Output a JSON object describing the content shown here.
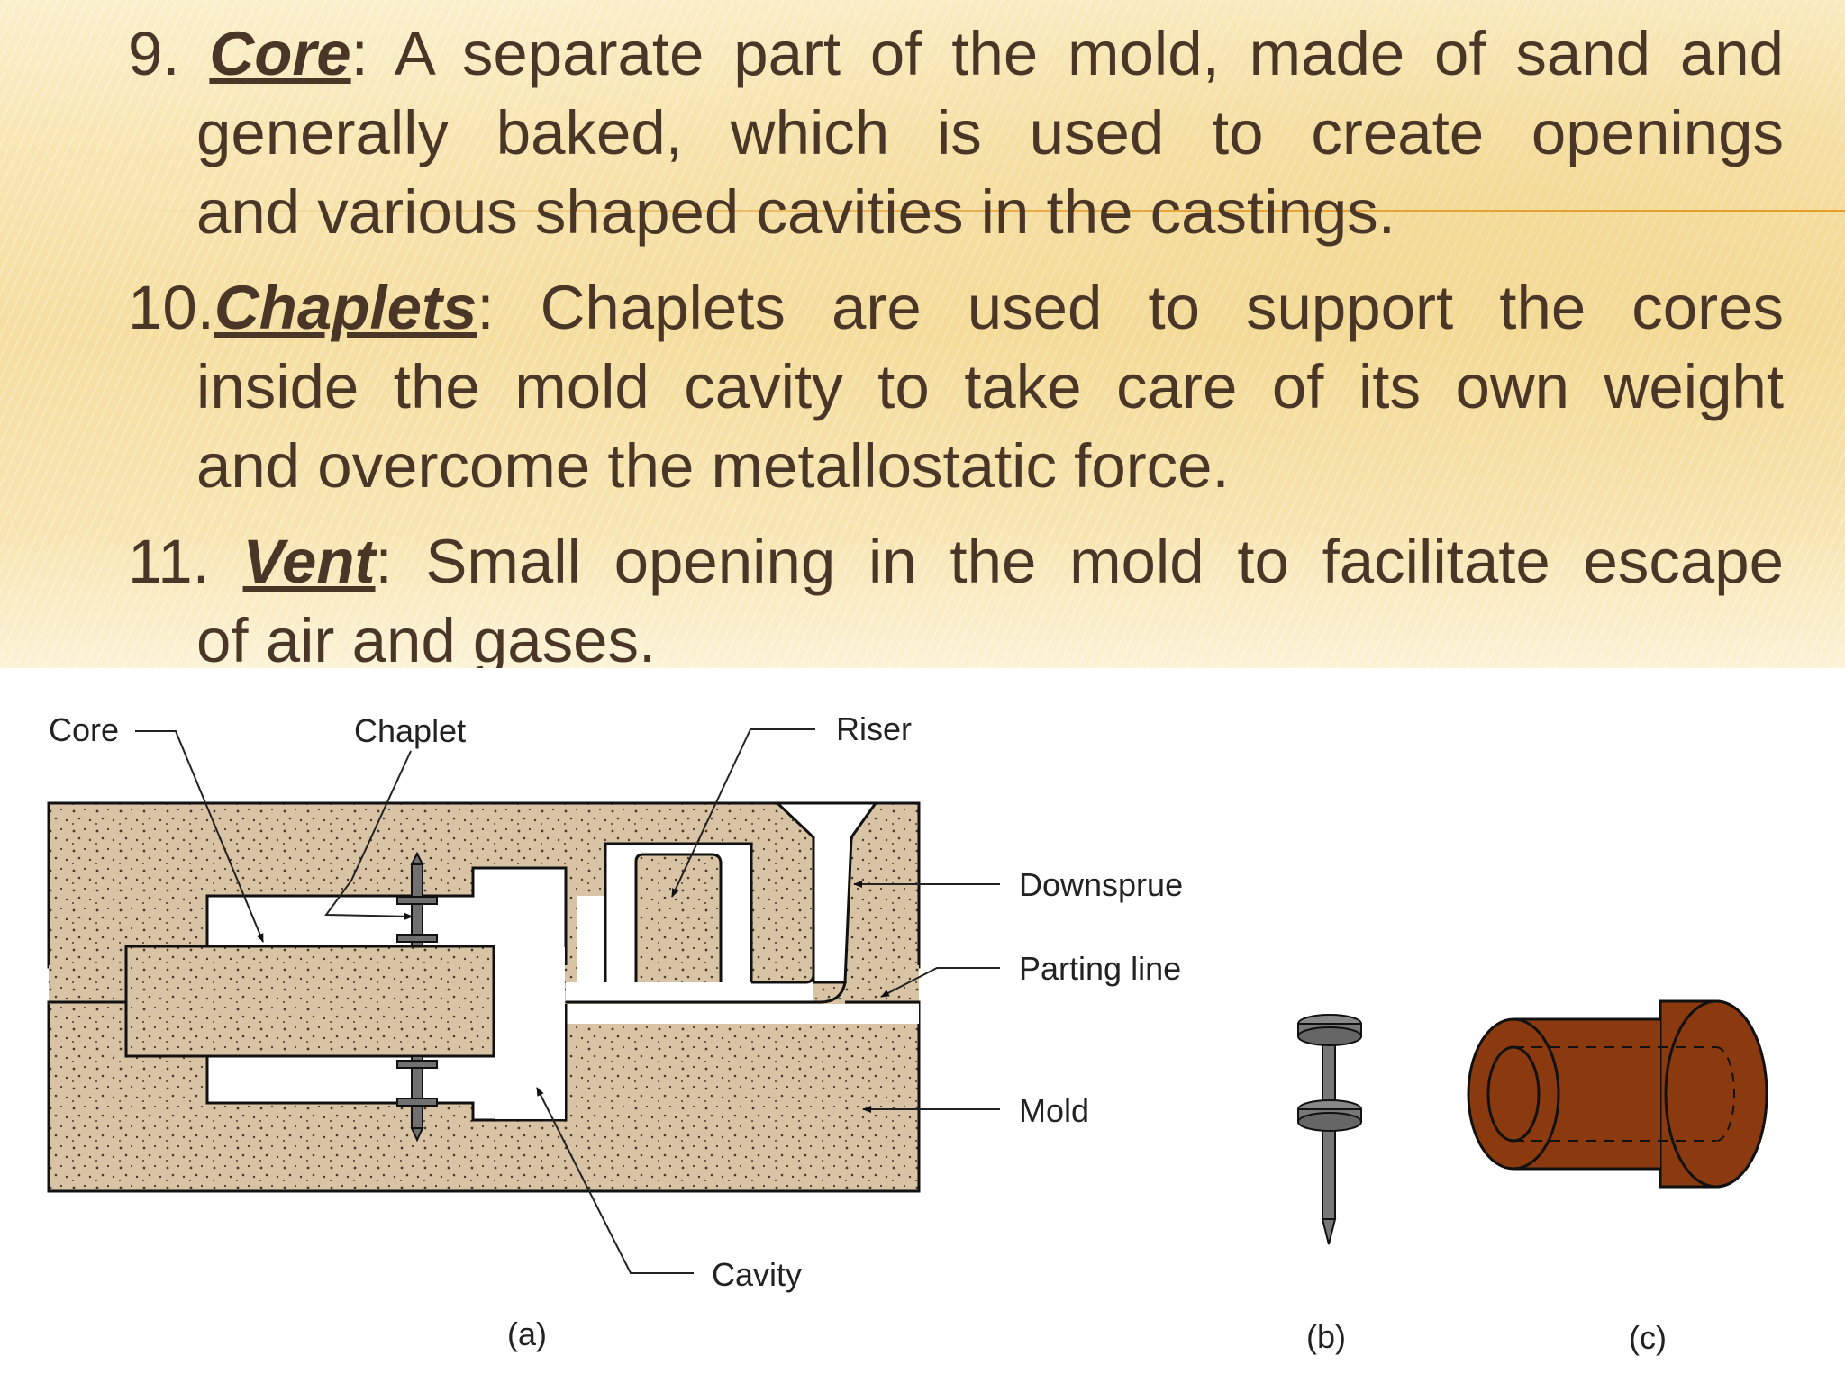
{
  "items": [
    {
      "number": "9. ",
      "term": "Core",
      "lines": [
        ": A separate part of the mold, made of sand and",
        "generally baked, which is used to create openings",
        "and various shaped cavities in the castings."
      ]
    },
    {
      "number": "10.",
      "term": "Chaplets",
      "lines": [
        ": Chaplets are used to support the cores",
        "inside the mold cavity to take care of its own weight",
        "and overcome the metallostatic force."
      ]
    },
    {
      "number": "11. ",
      "term": "Vent",
      "lines": [
        ": Small opening in the mold to facilitate escape",
        "of air and gases."
      ]
    }
  ],
  "figure": {
    "labels": {
      "core": "Core",
      "chaplet": "Chaplet",
      "riser": "Riser",
      "downsprue": "Downsprue",
      "parting_line": "Parting line",
      "mold": "Mold",
      "cavity": "Cavity"
    },
    "captions": {
      "a": "(a)",
      "b": "(b)",
      "c": "(c)"
    },
    "colors": {
      "sand": "#d8c3a5",
      "core_part": "#8b3a10",
      "chaplet": "#707070"
    }
  }
}
